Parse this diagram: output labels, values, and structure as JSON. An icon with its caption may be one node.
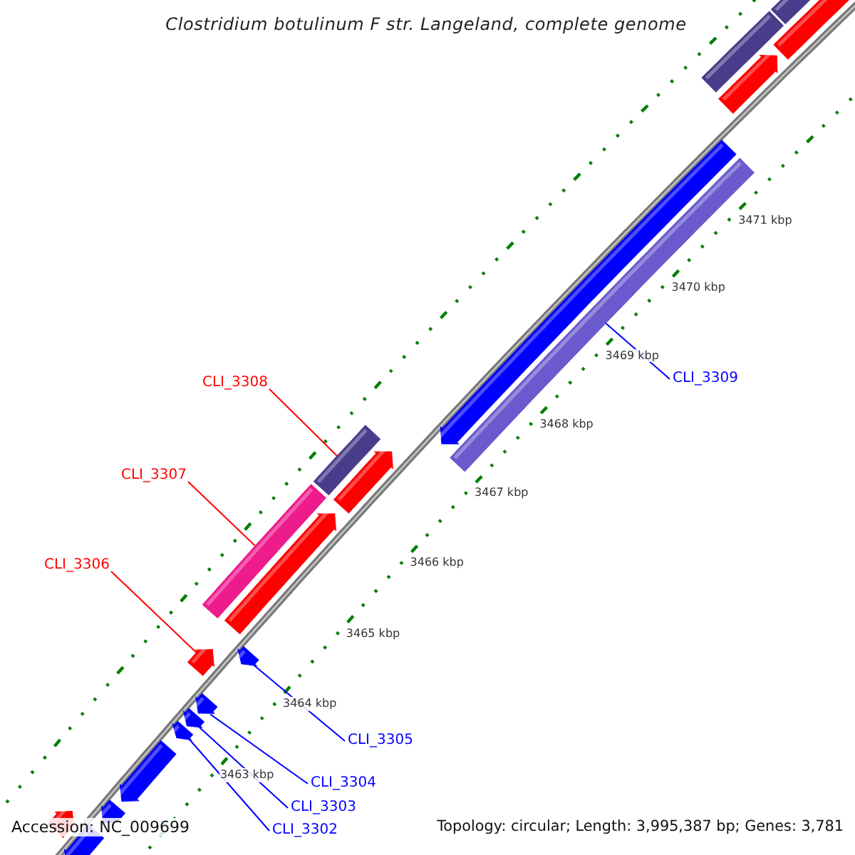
{
  "diagram": {
    "title": "Clostridium botulinum F str. Langeland, complete genome",
    "nodes": [
      {
        "text": [
          "CLI_3308"
        ]
      },
      {
        "text": [
          "CLI_3307"
        ]
      },
      {
        "text": [
          "CLI_3309"
        ]
      },
      {
        "text": [
          "CLI_3306"
        ]
      },
      {
        "text": [
          "CLI_3305"
        ]
      },
      {
        "text": [
          "CLI_3304"
        ]
      },
      {
        "text": [
          "CLI_3303"
        ]
      },
      {
        "text": [
          "CLI_3302"
        ]
      },
      {
        "text": [],
        "shape": "bar"
      },
      {
        "text": [],
        "shape": "bar"
      },
      {
        "text": [],
        "shape": "pentagon"
      },
      {
        "text": [],
        "shape": "bar"
      },
      {
        "text": [],
        "shape": "pentagon"
      },
      {
        "text": [],
        "shape": "pentagon"
      },
      {
        "text": [],
        "shape": "pentagon"
      },
      {
        "text": [],
        "shape": "pentagon"
      },
      {
        "text": [],
        "shape": "pentagon"
      },
      {
        "text": [],
        "shape": "pentagon"
      },
      {
        "text": [],
        "shape": "pentagon"
      },
      {
        "text": [],
        "shape": "pentagon"
      },
      {
        "text": [],
        "shape": "pentagon"
      },
      {
        "text": [],
        "shape": "bar"
      },
      {
        "text": [],
        "shape": "bar"
      },
      {
        "text": [],
        "shape": "pentagon"
      },
      {
        "text": [],
        "shape": "pentagon"
      },
      {
        "text": [],
        "shape": "pentagon"
      },
      {
        "text": [],
        "shape": "pentagon"
      }
    ],
    "edges": [
      {
        "from": 0,
        "to": 8,
        "arrow": "none",
        "color": "#ff0000"
      },
      {
        "from": 1,
        "to": 9,
        "arrow": "none",
        "color": "#ff0000"
      },
      {
        "from": 2,
        "to": 11,
        "arrow": "none"
      },
      {
        "from": 3,
        "to": 10,
        "arrow": "none",
        "color": "#ff0000"
      },
      {
        "from": 4,
        "to": 12,
        "arrow": "none"
      },
      {
        "from": 5,
        "to": 13,
        "arrow": "none"
      },
      {
        "from": 6,
        "to": 14,
        "arrow": "none"
      },
      {
        "from": 7,
        "to": 15,
        "arrow": "none"
      }
    ],
    "labels": [
      "3471 kbp",
      "3470 kbp",
      "3469 kbp",
      "3468 kbp",
      "3467 kbp",
      "3466 kbp",
      "3465 kbp",
      "3464 kbp",
      "3463 kbp",
      "Accession: NC_009699",
      "Topology: circular; Length: 3,995,387 bp; Genes: 3,781"
    ]
  }
}
